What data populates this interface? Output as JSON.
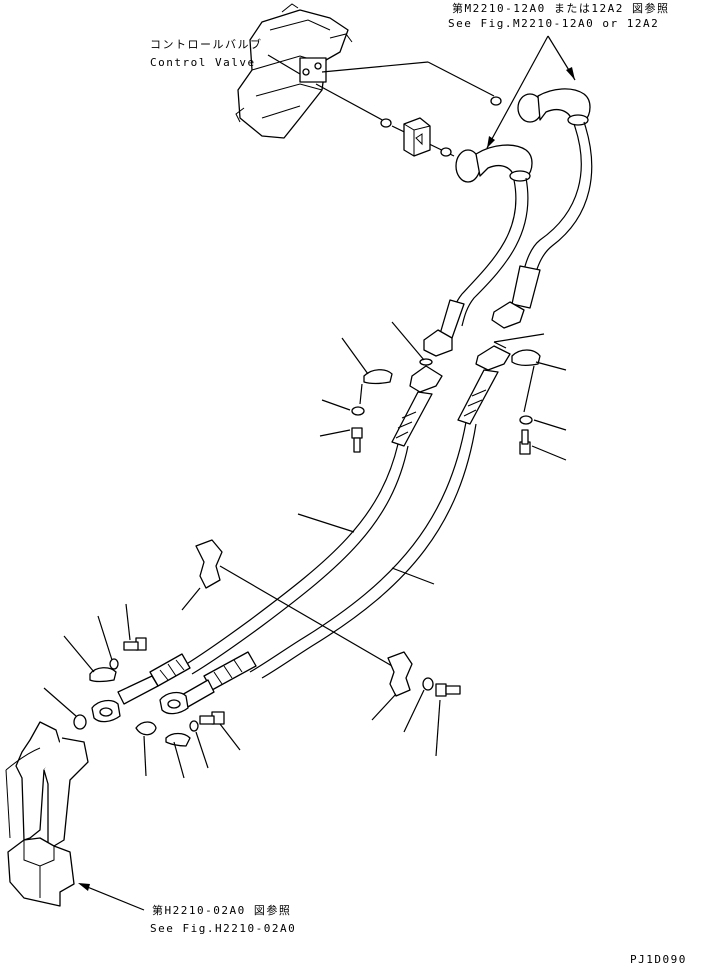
{
  "ref_top_right": {
    "jp": "第M2210-12A0 または12A2 図参照",
    "en": "See Fig.M2210-12A0 or 12A2"
  },
  "control_valve": {
    "jp": "コントロールバルブ",
    "en": "Control Valve"
  },
  "ref_bottom": {
    "jp": "第H2210-02A0 図参照",
    "en": "See Fig.H2210-02A0"
  },
  "drawing_code": "PJ1D090",
  "colors": {
    "line": "#000000",
    "background": "#ffffff"
  }
}
